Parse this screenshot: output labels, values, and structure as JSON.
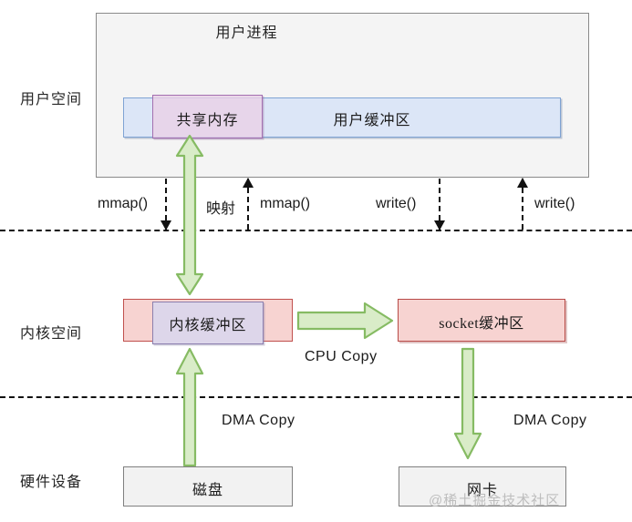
{
  "diagram": {
    "title": "mmap + write zero-copy data flow",
    "colors": {
      "user_process_fill": "#f4f4f4",
      "user_process_border": "#8a8a8a",
      "user_buffer_fill": "#dce6f7",
      "user_buffer_border": "#7fa3d4",
      "shared_memory_fill": "#e9d1e6",
      "shared_memory_border": "#a36fb0",
      "kernel_outer_fill": "#f7d3d1",
      "kernel_outer_border": "#c0504d",
      "kernel_inner_fill": "#ddd6ea",
      "kernel_inner_border": "#8b7fae",
      "socket_fill": "#f7d3d1",
      "socket_border": "#b84a47",
      "hardware_fill": "#f2f2f2",
      "hardware_border": "#808080",
      "green_arrow_fill": "#d9ecc8",
      "green_arrow_border": "#86bb63",
      "dashed_line": "#111111",
      "watermark": "#bdbdbd"
    }
  },
  "side_labels": {
    "user_space": "用户空间",
    "kernel_space": "内核空间",
    "hardware": "硬件设备"
  },
  "user_space": {
    "process_title": "用户进程",
    "shared_memory": "共享内存",
    "user_buffer": "用户缓冲区"
  },
  "kernel_space": {
    "kernel_buffer": "内核缓冲区",
    "socket_buffer": "socket缓冲区"
  },
  "hardware": {
    "disk": "磁盘",
    "nic": "网卡"
  },
  "call_arrows": [
    {
      "label": "mmap()",
      "direction": "down"
    },
    {
      "label": "映射",
      "direction": "up"
    },
    {
      "label": "mmap()",
      "direction": "up"
    },
    {
      "label": "write()",
      "direction": "down"
    },
    {
      "label": "write()",
      "direction": "up"
    }
  ],
  "copy_labels": {
    "cpu_copy": "CPU Copy",
    "dma_copy_read": "DMA Copy",
    "dma_copy_write": "DMA Copy"
  },
  "watermark": "@稀土掘金技术社区"
}
